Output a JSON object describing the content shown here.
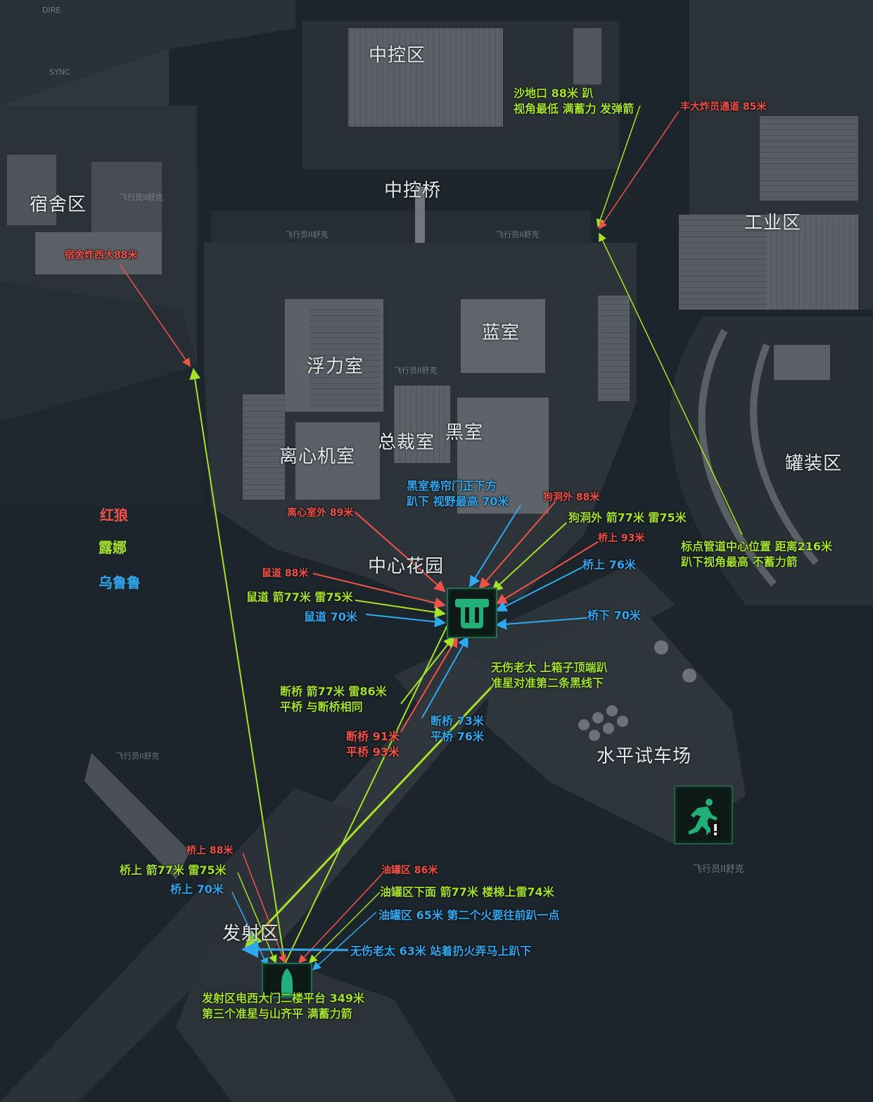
{
  "colors": {
    "red": "#f0524a",
    "green": "#a6e22a",
    "blue": "#2fa8f0",
    "marker_green": "#22b07a",
    "water": "#1c252b",
    "building": "#5a6065"
  },
  "legend": [
    {
      "name": "红狼",
      "color": "red"
    },
    {
      "name": "露娜",
      "color": "green"
    },
    {
      "name": "乌鲁鲁",
      "color": "blue"
    }
  ],
  "zones": {
    "central_control": "中控区",
    "central_bridge": "中控桥",
    "dormitory": "宿舍区",
    "industrial": "工业区",
    "buoyancy_room": "浮力室",
    "blue_room": "蓝室",
    "ceo_room": "总裁室",
    "black_room": "黑室",
    "centrifuge_room": "离心机室",
    "tank_area": "罐装区",
    "central_garden": "中心花园",
    "horizontal_test_track": "水平试车场",
    "launch_area": "发射区"
  },
  "faint_labels": {
    "pilot_label": "飞行员II舒克",
    "top_left": "DIRE",
    "sync": "SYNC"
  },
  "targets": {
    "garden_marker": {
      "icon": "deployable-station-icon",
      "label": "中心花园"
    },
    "launch_marker": {
      "icon": "rocket-icon",
      "label": "发射区"
    },
    "test_track_marker": {
      "icon": "running-man-alert-icon",
      "label": "飞行员II舒克"
    }
  },
  "annotations": {
    "sand_pit": {
      "color": "green",
      "lines": [
        "沙地口 88米 趴",
        "视角最低 满蓄力 发弹箭"
      ]
    },
    "pilot_passage": {
      "color": "red",
      "lines": [
        "丰大炸员通道 85米"
      ]
    },
    "dorm_blast": {
      "color": "red",
      "lines": [
        "宿舍炸西大88米"
      ]
    },
    "black_room_door": {
      "color": "blue",
      "lines": [
        "黑室卷帘门正下方",
        "趴下 视野最高 70米"
      ]
    },
    "dog_hole_red": {
      "color": "red",
      "lines": [
        "狗洞外 88米"
      ]
    },
    "dog_hole_green": {
      "color": "green",
      "lines": [
        "狗洞外 箭77米 雷75米"
      ]
    },
    "bridge_up_red": {
      "color": "red",
      "lines": [
        "桥上 93米"
      ]
    },
    "bridge_up_blue": {
      "color": "blue",
      "lines": [
        "桥上 76米"
      ]
    },
    "pipe_center": {
      "color": "green",
      "lines": [
        "标点管道中心位置 距离216米",
        "趴下视角最高 不蓄力箭"
      ]
    },
    "centrifuge_out": {
      "color": "red",
      "lines": [
        "离心室外 89米"
      ]
    },
    "rat_red": {
      "color": "red",
      "lines": [
        "鼠道 88米"
      ]
    },
    "rat_green": {
      "color": "green",
      "lines": [
        "鼠道 箭77米 雷75米"
      ]
    },
    "rat_blue": {
      "color": "blue",
      "lines": [
        "鼠道 70米"
      ]
    },
    "under_bridge_blue": {
      "color": "blue",
      "lines": [
        "桥下 70米"
      ]
    },
    "old_lady_box": {
      "color": "green",
      "lines": [
        "无伤老太 上箱子顶端趴",
        "准星对准第二条黑线下"
      ]
    },
    "broken_bridge_green": {
      "color": "green",
      "lines": [
        "断桥 箭77米 雷86米",
        "平桥 与断桥相同"
      ]
    },
    "broken_bridge_blue": {
      "color": "blue",
      "lines": [
        "断桥 73米",
        "平桥 76米"
      ]
    },
    "broken_bridge_red": {
      "color": "red",
      "lines": [
        "断桥 91米",
        "平桥 93米"
      ]
    },
    "launch_bridge_red": {
      "color": "red",
      "lines": [
        "桥上 88米"
      ]
    },
    "launch_bridge_green": {
      "color": "green",
      "lines": [
        "桥上 箭77米 雷75米"
      ]
    },
    "launch_bridge_blue": {
      "color": "blue",
      "lines": [
        "桥上 70米"
      ]
    },
    "oil_tank_red": {
      "color": "red",
      "lines": [
        "油罐区 86米"
      ]
    },
    "oil_tank_green": {
      "color": "green",
      "lines": [
        "油罐区下面 箭77米 楼梯上雷74米"
      ]
    },
    "oil_tank_blue": {
      "color": "blue",
      "lines": [
        "油罐区 65米 第二个火要往前趴一点"
      ]
    },
    "old_lady_blue": {
      "color": "blue",
      "lines": [
        "无伤老太 63米 站着扔火弄马上趴下"
      ]
    },
    "launch_gate": {
      "color": "green",
      "lines": [
        "发射区电西大门二楼平台 349米",
        "第三个准星与山齐平 满蓄力箭"
      ]
    }
  }
}
